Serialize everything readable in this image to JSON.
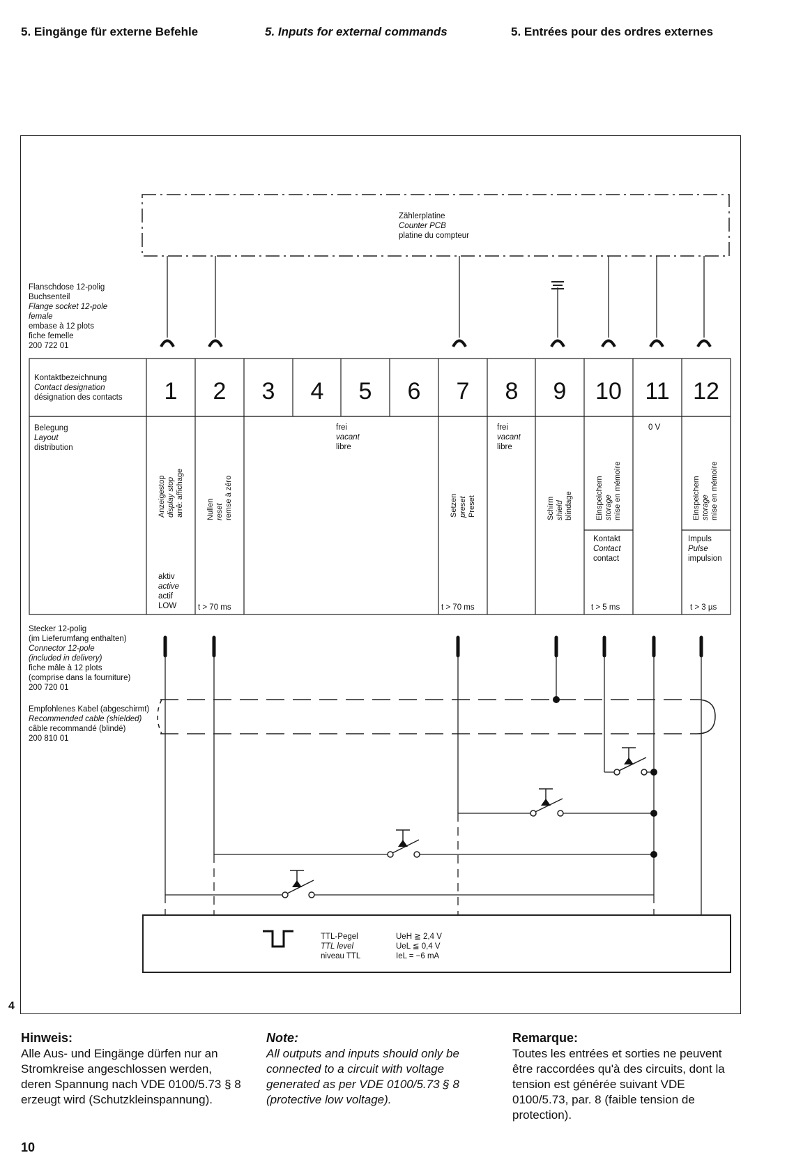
{
  "header": {
    "de": "5. Eingänge für externe Befehle",
    "en": "5. Inputs for external commands",
    "fr": "5. Entrées pour des ordres externes"
  },
  "page_left_number": "4",
  "page_footer_number": "10",
  "counter_pcb": {
    "de": "Zählerplatine",
    "en": "Counter PCB",
    "fr": "platine du compteur"
  },
  "flange": {
    "l1": "Flanschdose 12-polig",
    "l2": "Buchsenteil",
    "l3": "Flange socket 12-pole",
    "l4": "female",
    "l5": "embase à 12 plots",
    "l6": "fiche femelle",
    "l7": "200 722 01"
  },
  "contact": {
    "de": "Kontaktbezeichnung",
    "en": "Contact designation",
    "fr": "désignation des contacts"
  },
  "pins": [
    "1",
    "2",
    "3",
    "4",
    "5",
    "6",
    "7",
    "8",
    "9",
    "10",
    "11",
    "12"
  ],
  "layout": {
    "de": "Belegung",
    "en": "Layout",
    "fr": "distribution"
  },
  "vacant": {
    "de": "frei",
    "en": "vacant",
    "fr": "libre"
  },
  "zero_v": "0 V",
  "col1": {
    "de": "Anzeigestop",
    "en": "display stop",
    "fr": "arrê: affichage",
    "a1": "aktiv",
    "a2": "active",
    "a3": "actif",
    "a4": "LOW"
  },
  "col2": {
    "de": "Nullen",
    "en": "reset",
    "fr": "remse à zéro",
    "t": "t > 70 ms"
  },
  "col7": {
    "de": "Setzen",
    "en": "preset",
    "fr": "Preset",
    "t": "t > 70 ms"
  },
  "col9": {
    "de": "Schirm",
    "en": "shield",
    "fr": "blindage"
  },
  "col10": {
    "de": "Einspeichern",
    "en": "storage",
    "fr": "mise en mémoire",
    "k1": "Kontakt",
    "k2": "Contact",
    "k3": "contact",
    "t": "t > 5 ms"
  },
  "col12": {
    "de": "Einspeichern",
    "en": "storage",
    "fr": "mise en mémoire",
    "k1": "Impuls",
    "k2": "Pulse",
    "k3": "impulsion",
    "t": "t > 3 µs"
  },
  "connector": {
    "l1": "Stecker 12-polig",
    "l2": "(im Lieferumfang enthalten)",
    "l3": "Connector 12-pole",
    "l4": "(included in delivery)",
    "l5": "fiche mâle à 12 plots",
    "l6": "(comprise dans la fourniture)",
    "l7": "200 720 01"
  },
  "cable": {
    "l1": "Empfohlenes Kabel (abgeschirmt)",
    "l2": "Recommended cable (shielded)",
    "l3": "câble recommandé (blindé)",
    "l4": "200 810 01"
  },
  "ttl": {
    "de": "TTL-Pegel",
    "en": "TTL level",
    "fr": "niveau TTL",
    "v1": "UeH ≧ 2,4 V",
    "v2": "UeL ≦ 0,4 V",
    "v3": "IeL = −6 mA"
  },
  "notes": {
    "de_title": "Hinweis:",
    "de_body": "Alle Aus- und Eingänge dürfen nur an Stromkreise angeschlossen werden, deren Spannung nach VDE 0100/5.73 § 8 erzeugt wird (Schutzkleinspannung).",
    "en_title": "Note:",
    "en_body": "All outputs and inputs should only be connected to a circuit with voltage generated as per VDE 0100/5.73 § 8 (protective low voltage).",
    "fr_title": "Remarque:",
    "fr_body": "Toutes les entrées et sorties ne peuvent être raccordées qu'à des circuits, dont la tension est générée suivant VDE 0100/5.73, par. 8 (faible tension de protection)."
  }
}
